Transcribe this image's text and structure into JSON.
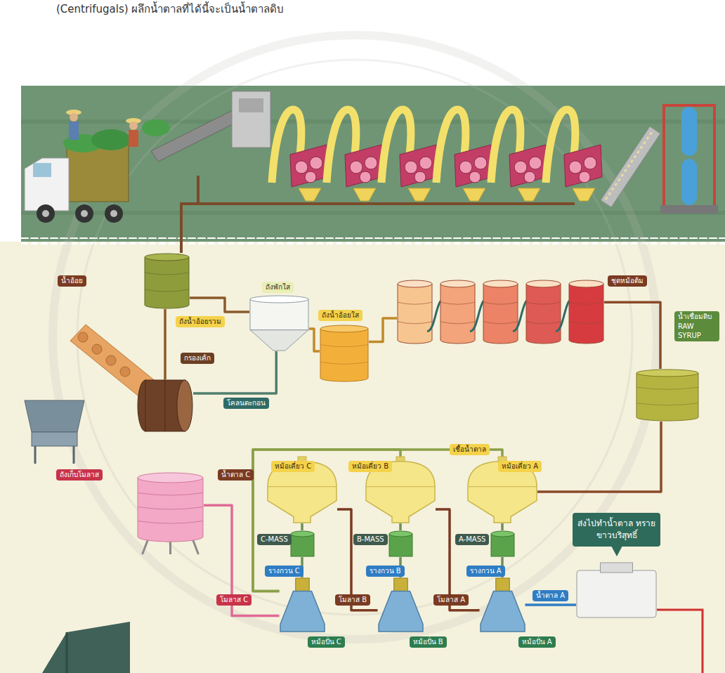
{
  "diagram": {
    "nodes": [
      {
        "text": [
          "ถังน้ำอ้อยรวม"
        ]
      },
      {
        "text": [
          "กรองเค้ก"
        ]
      },
      {
        "text": [
          "ถังพักใส"
        ]
      },
      {
        "text": [
          "ถังน้ำอ้อยใส"
        ]
      },
      {
        "text": [
          "ชุดหม้อต้ม"
        ]
      },
      {
        "text": [
          "น้ำเชื่อมดิบ RAW SYRUP"
        ]
      },
      {
        "text": [
          "หม้อเคี่ยว C"
        ]
      },
      {
        "text": [
          "หม้อเคี่ยว B"
        ]
      },
      {
        "text": [
          "หม้อเคี่ยว A"
        ]
      },
      {
        "text": [
          "รางกวน C"
        ]
      },
      {
        "text": [
          "รางกวน B"
        ]
      },
      {
        "text": [
          "รางกวน A"
        ]
      },
      {
        "text": [
          "หม้อปั่น C"
        ]
      },
      {
        "text": [
          "หม้อปั่น B"
        ]
      },
      {
        "text": [
          "หม้อปั่น A"
        ]
      },
      {
        "text": [
          "ถังเก็บโมลาส"
        ]
      },
      {
        "text": [
          "ส่งไปทำน้ำตาล ทรายขาวบริสุทธิ์"
        ]
      }
    ],
    "edges": [
      {
        "from": 0,
        "to": 2,
        "arrow": "none"
      },
      {
        "from": 2,
        "to": 1,
        "label": "โคลนตะกอน",
        "arrow": "none"
      },
      {
        "from": 1,
        "to": 0,
        "arrow": "none"
      },
      {
        "from": 2,
        "to": 3,
        "arrow": "none"
      },
      {
        "from": 3,
        "to": 4,
        "arrow": "none"
      },
      {
        "from": 4,
        "to": 5,
        "arrow": "none"
      },
      {
        "from": 5,
        "to": 8,
        "arrow": "none"
      },
      {
        "from": 8,
        "to": 11,
        "label": "A-MASS",
        "arrow": "none"
      },
      {
        "from": 7,
        "to": 10,
        "label": "B-MASS",
        "arrow": "none"
      },
      {
        "from": 6,
        "to": 9,
        "label": "C-MASS",
        "arrow": "none"
      },
      {
        "from": 11,
        "to": 14,
        "arrow": "none"
      },
      {
        "from": 10,
        "to": 13,
        "arrow": "none"
      },
      {
        "from": 9,
        "to": 12,
        "arrow": "none"
      },
      {
        "from": 14,
        "to": 7,
        "label": "โมลาส A",
        "arrow": "none"
      },
      {
        "from": 13,
        "to": 6,
        "label": "โมลาส B",
        "arrow": "none"
      },
      {
        "from": 12,
        "to": 15,
        "label": "โมลาส C",
        "arrow": "none"
      },
      {
        "from": 14,
        "to": 16,
        "label": "น้ำตาล A",
        "arrow": "none"
      },
      {
        "from": 12,
        "to": 8,
        "label": "เชื้อน้ำตาล",
        "arrow": "none"
      },
      {
        "from": 12,
        "to": 7,
        "arrow": "none"
      }
    ],
    "labels": [
      "(Centrifugals) ผลึกน้ำตาลที่ได้นี้จะเป็นน้ำตาลดิบ",
      "น้ำอ้อย",
      "น้ำตาล C"
    ]
  }
}
